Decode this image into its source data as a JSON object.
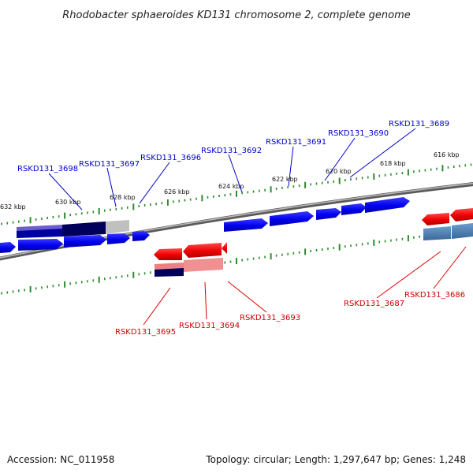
{
  "title": "Rhodobacter sphaeroides KD131 chromosome 2, complete genome",
  "footer": {
    "accession": "Accession: NC_011958",
    "topology": "Topology: circular; Length: 1,297,647 bp; Genes: 1,248"
  },
  "colors": {
    "plus_strand": "#0000ee",
    "plus_dark": "#00005a",
    "minus_strand": "#ee0000",
    "minus_light": "#f08080",
    "steel": "#4a7cb0",
    "backbone": "#808080",
    "scale_ticks": "#2e8b2e"
  },
  "scale_labels": [
    "632 kbp",
    "630 kbp",
    "628 kbp",
    "626 kbp",
    "624 kbp",
    "622 kbp",
    "620 kbp",
    "618 kbp",
    "616 kbp"
  ],
  "plus_genes": [
    "RSKD131_3698",
    "RSKD131_3697",
    "RSKD131_3696",
    "RSKD131_3692",
    "RSKD131_3691",
    "RSKD131_3690",
    "RSKD131_3689"
  ],
  "minus_genes": [
    "RSKD131_3695",
    "RSKD131_3694",
    "RSKD131_3693",
    "RSKD131_3687",
    "RSKD131_3686"
  ]
}
